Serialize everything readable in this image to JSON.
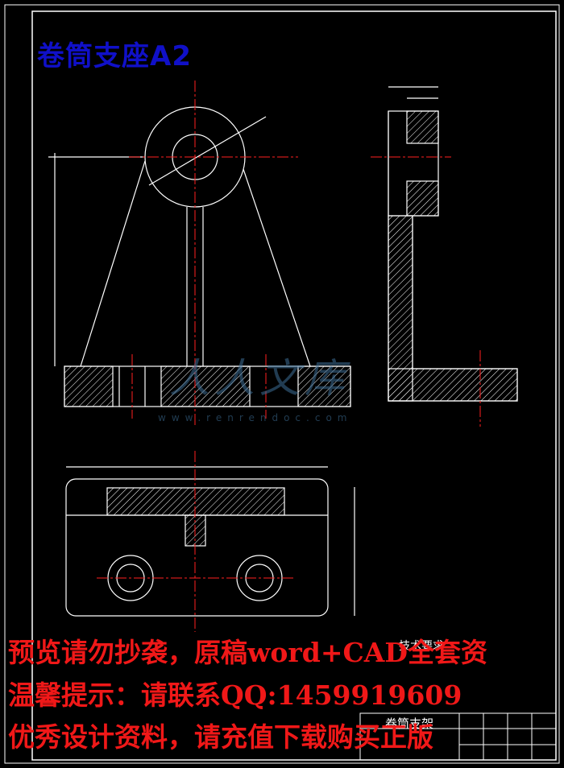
{
  "drawing": {
    "title": "卷筒支座A2",
    "watermark_text": "人人文库",
    "watermark_url": "www.renrendoc.com",
    "tech_requirements_label": "技术要求",
    "title_block_name": "卷筒支架"
  },
  "notices": {
    "line1": "预览请勿抄袭，原稿word+CAD全套资",
    "line2": "温馨提示：请联系QQ:1459919609",
    "line3": "优秀设计资料，请充值下载购买正版"
  },
  "colors": {
    "background": "#000000",
    "line": "#ffffff",
    "center_line": "#ff2020",
    "dimension": "#ffffff",
    "title": "#1010c8",
    "notice": "#f01818",
    "watermark": "#3c6e96"
  }
}
